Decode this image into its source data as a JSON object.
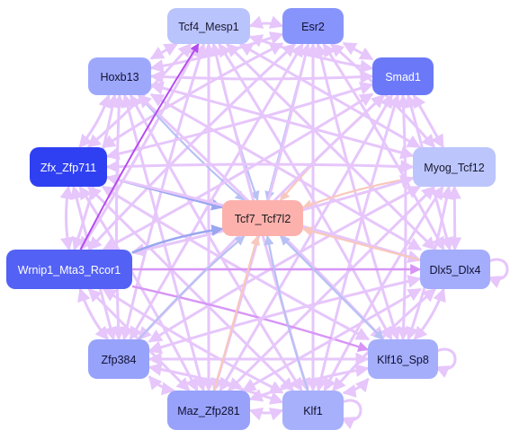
{
  "nodes": [
    {
      "id": "tcf4",
      "label": "Tcf4_Mesp1",
      "fill": "#b9c3fc",
      "text": "#1a1a2e"
    },
    {
      "id": "esr2",
      "label": "Esr2",
      "fill": "#8794fb",
      "text": "#111133"
    },
    {
      "id": "hoxb13",
      "label": "Hoxb13",
      "fill": "#9ea8fb",
      "text": "#111133"
    },
    {
      "id": "smad1",
      "label": "Smad1",
      "fill": "#6b79f8",
      "text": "#ffffff"
    },
    {
      "id": "zfx",
      "label": "Zfx_Zfp711",
      "fill": "#2f40f2",
      "text": "#ffffff"
    },
    {
      "id": "myog",
      "label": "Myog_Tcf12",
      "fill": "#bcc5fc",
      "text": "#1a1a2e"
    },
    {
      "id": "tcf7",
      "label": "Tcf7_Tcf7l2",
      "fill": "#fcb1ad",
      "text": "#1a1a1a"
    },
    {
      "id": "wrnip1",
      "label": "Wrnip1_Mta3_Rcor1",
      "fill": "#5361f5",
      "text": "#ffffff"
    },
    {
      "id": "dlx5",
      "label": "Dlx5_Dlx4",
      "fill": "#a3adfb",
      "text": "#111133"
    },
    {
      "id": "zfp384",
      "label": "Zfp384",
      "fill": "#97a2fb",
      "text": "#111133"
    },
    {
      "id": "klf16",
      "label": "Klf16_Sp8",
      "fill": "#a4aefb",
      "text": "#111133"
    },
    {
      "id": "maz",
      "label": "Maz_Zfp281",
      "fill": "#98a2fa",
      "text": "#111133"
    },
    {
      "id": "klf1",
      "label": "Klf1",
      "fill": "#a7b0fb",
      "text": "#111133"
    }
  ],
  "edge_colors": {
    "default": "#e6c6fb",
    "strong": "#b44cf0",
    "medium": "#d796f6",
    "blue": "#b7c1f4",
    "blue_strong": "#9aa6f0",
    "peach": "#f8c8bc"
  },
  "self_loops": [
    "dlx5",
    "klf16",
    "klf1"
  ],
  "edges": [
    [
      "tcf4",
      "esr2",
      "default"
    ],
    [
      "tcf4",
      "hoxb13",
      "default"
    ],
    [
      "tcf4",
      "smad1",
      "default"
    ],
    [
      "tcf4",
      "zfx",
      "default"
    ],
    [
      "tcf4",
      "myog",
      "default"
    ],
    [
      "tcf4",
      "tcf7",
      "blue"
    ],
    [
      "tcf4",
      "wrnip1",
      "default"
    ],
    [
      "tcf4",
      "dlx5",
      "default"
    ],
    [
      "tcf4",
      "zfp384",
      "default"
    ],
    [
      "tcf4",
      "klf16",
      "default"
    ],
    [
      "tcf4",
      "maz",
      "default"
    ],
    [
      "tcf4",
      "klf1",
      "default"
    ],
    [
      "esr2",
      "hoxb13",
      "default"
    ],
    [
      "esr2",
      "smad1",
      "default"
    ],
    [
      "esr2",
      "zfx",
      "default"
    ],
    [
      "esr2",
      "myog",
      "default"
    ],
    [
      "esr2",
      "tcf7",
      "blue"
    ],
    [
      "esr2",
      "wrnip1",
      "default"
    ],
    [
      "esr2",
      "dlx5",
      "default"
    ],
    [
      "esr2",
      "zfp384",
      "default"
    ],
    [
      "esr2",
      "klf16",
      "default"
    ],
    [
      "esr2",
      "maz",
      "default"
    ],
    [
      "esr2",
      "klf1",
      "default"
    ],
    [
      "hoxb13",
      "smad1",
      "default"
    ],
    [
      "hoxb13",
      "zfx",
      "default"
    ],
    [
      "hoxb13",
      "myog",
      "default"
    ],
    [
      "hoxb13",
      "tcf7",
      "blue"
    ],
    [
      "hoxb13",
      "wrnip1",
      "default"
    ],
    [
      "hoxb13",
      "dlx5",
      "default"
    ],
    [
      "hoxb13",
      "zfp384",
      "default"
    ],
    [
      "hoxb13",
      "klf16",
      "default"
    ],
    [
      "hoxb13",
      "maz",
      "default"
    ],
    [
      "hoxb13",
      "klf1",
      "default"
    ],
    [
      "smad1",
      "zfx",
      "default"
    ],
    [
      "smad1",
      "myog",
      "default"
    ],
    [
      "smad1",
      "tcf7",
      "peach"
    ],
    [
      "smad1",
      "wrnip1",
      "default"
    ],
    [
      "smad1",
      "dlx5",
      "default"
    ],
    [
      "smad1",
      "zfp384",
      "default"
    ],
    [
      "smad1",
      "klf16",
      "default"
    ],
    [
      "smad1",
      "maz",
      "default"
    ],
    [
      "smad1",
      "klf1",
      "default"
    ],
    [
      "zfx",
      "myog",
      "default"
    ],
    [
      "zfx",
      "tcf7",
      "blue_strong"
    ],
    [
      "zfx",
      "wrnip1",
      "default"
    ],
    [
      "zfx",
      "dlx5",
      "default"
    ],
    [
      "zfx",
      "zfp384",
      "default"
    ],
    [
      "zfx",
      "klf16",
      "default"
    ],
    [
      "zfx",
      "maz",
      "default"
    ],
    [
      "zfx",
      "klf1",
      "default"
    ],
    [
      "myog",
      "tcf7",
      "peach"
    ],
    [
      "myog",
      "wrnip1",
      "default"
    ],
    [
      "myog",
      "dlx5",
      "default"
    ],
    [
      "myog",
      "zfp384",
      "default"
    ],
    [
      "myog",
      "klf16",
      "default"
    ],
    [
      "myog",
      "maz",
      "default"
    ],
    [
      "myog",
      "klf1",
      "default"
    ],
    [
      "wrnip1",
      "tcf7",
      "blue_strong"
    ],
    [
      "wrnip1",
      "dlx5",
      "medium"
    ],
    [
      "wrnip1",
      "zfp384",
      "default"
    ],
    [
      "wrnip1",
      "klf16",
      "medium"
    ],
    [
      "wrnip1",
      "maz",
      "default"
    ],
    [
      "wrnip1",
      "klf1",
      "default"
    ],
    [
      "wrnip1",
      "tcf4",
      "strong"
    ],
    [
      "dlx5",
      "tcf7",
      "peach"
    ],
    [
      "dlx5",
      "zfp384",
      "default"
    ],
    [
      "dlx5",
      "klf16",
      "default"
    ],
    [
      "dlx5",
      "maz",
      "default"
    ],
    [
      "dlx5",
      "klf1",
      "default"
    ],
    [
      "zfp384",
      "tcf7",
      "blue"
    ],
    [
      "zfp384",
      "klf16",
      "default"
    ],
    [
      "zfp384",
      "maz",
      "default"
    ],
    [
      "zfp384",
      "klf1",
      "default"
    ],
    [
      "klf16",
      "tcf7",
      "blue"
    ],
    [
      "klf16",
      "maz",
      "default"
    ],
    [
      "klf16",
      "klf1",
      "default"
    ],
    [
      "maz",
      "tcf7",
      "peach"
    ],
    [
      "maz",
      "klf1",
      "default"
    ],
    [
      "klf1",
      "tcf7",
      "blue"
    ],
    [
      "tcf7",
      "klf16",
      "blue"
    ]
  ]
}
